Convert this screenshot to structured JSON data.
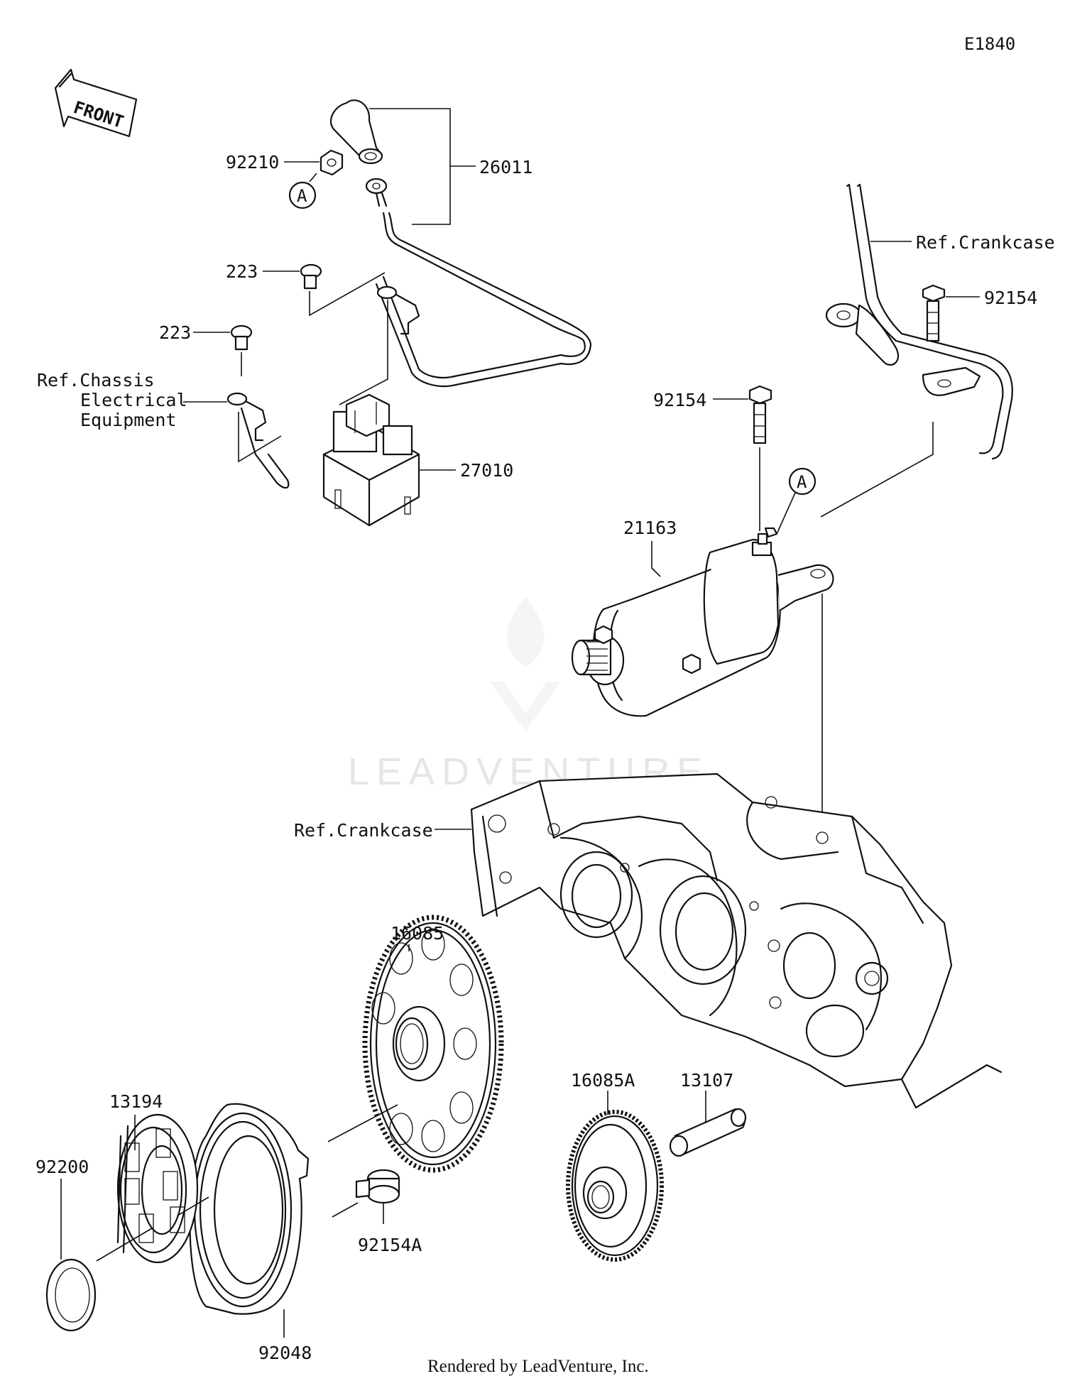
{
  "diagram_id": "E1840",
  "front_label": "FRONT",
  "watermark": "LEADVENTURE",
  "footer": "Rendered by LeadVenture, Inc.",
  "callout_A": "A",
  "labels": {
    "p26011": "26011",
    "p92210": "92210",
    "p223_top": "223",
    "p223_left": "223",
    "ref_chassis_1": "Ref.Chassis",
    "ref_chassis_2": "Electrical",
    "ref_chassis_3": "Equipment",
    "p27010": "27010",
    "ref_crankcase_right": "Ref.Crankcase",
    "p92154_right": "92154",
    "p92154_mid": "92154",
    "p21163": "21163",
    "ref_crankcase_left": "Ref.Crankcase",
    "p16085": "16085",
    "p16085A": "16085A",
    "p13107": "13107",
    "p13194": "13194",
    "p92200": "92200",
    "p92048": "92048",
    "p92154A": "92154A"
  }
}
